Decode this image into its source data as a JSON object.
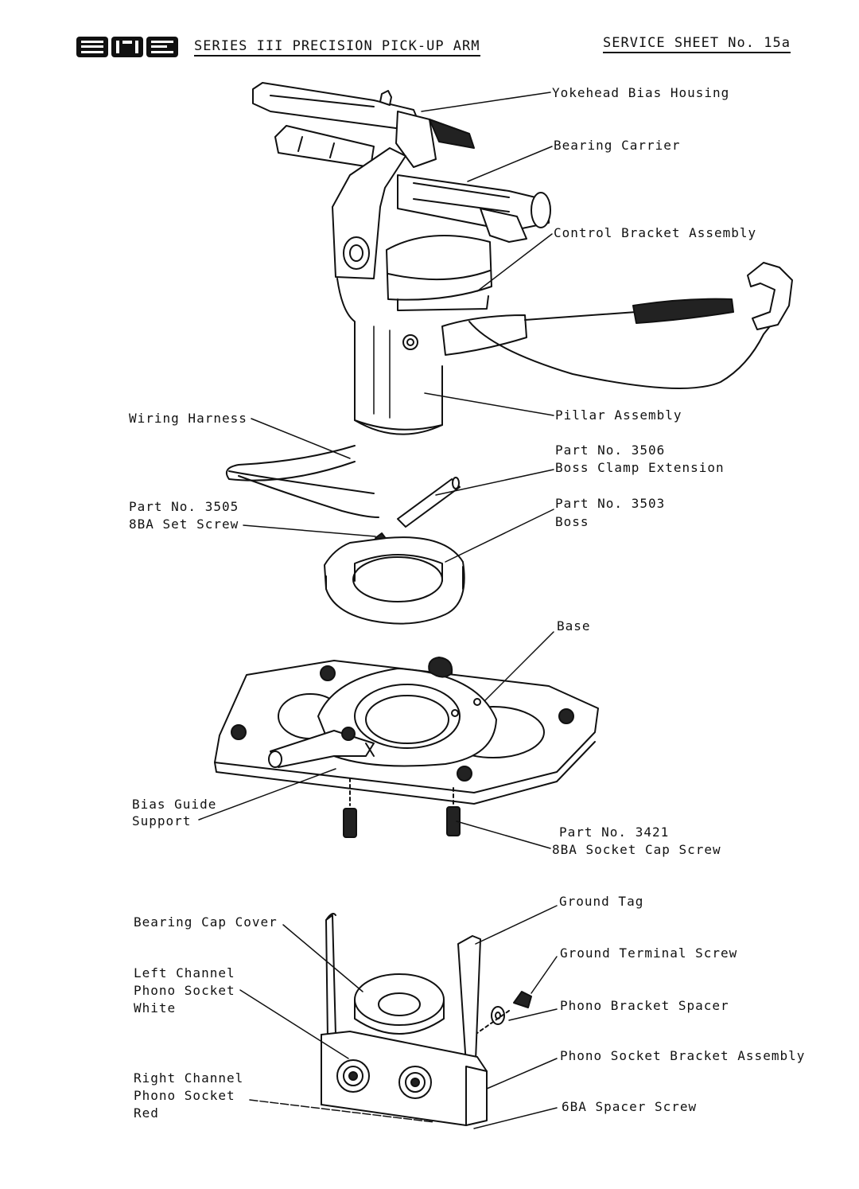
{
  "header": {
    "logo_text": "SME",
    "title": "SERIES III PRECISION PICK-UP ARM",
    "sheet": "SERVICE SHEET No. 15a"
  },
  "labels": {
    "yokehead": "Yokehead Bias Housing",
    "bearing_carrier": "Bearing Carrier",
    "control_bracket": "Control Bracket Assembly",
    "wiring_harness": "Wiring Harness",
    "pillar_assembly": "Pillar Assembly",
    "part_3506_no": "Part No. 3506",
    "part_3506_name": "Boss Clamp Extension",
    "part_3505_no": "Part No. 3505",
    "part_3505_name": "8BA Set Screw",
    "part_3503_no": "Part No. 3503",
    "part_3503_name": "Boss",
    "base": "Base",
    "bias_guide_1": "Bias Guide",
    "bias_guide_2": "Support",
    "part_3421_no": "Part No. 3421",
    "part_3421_name": "8BA Socket Cap Screw",
    "ground_tag": "Ground Tag",
    "bearing_cap_cover": "Bearing Cap Cover",
    "ground_terminal_screw": "Ground Terminal Screw",
    "left_channel_1": "Left Channel",
    "left_channel_2": "Phono Socket",
    "left_channel_3": "White",
    "phono_bracket_spacer": "Phono Bracket Spacer",
    "phono_socket_bracket": "Phono Socket Bracket Assembly",
    "right_channel_1": "Right Channel",
    "right_channel_2": "Phono Socket",
    "right_channel_3": "Red",
    "spacer_screw": "6BA Spacer Screw"
  }
}
